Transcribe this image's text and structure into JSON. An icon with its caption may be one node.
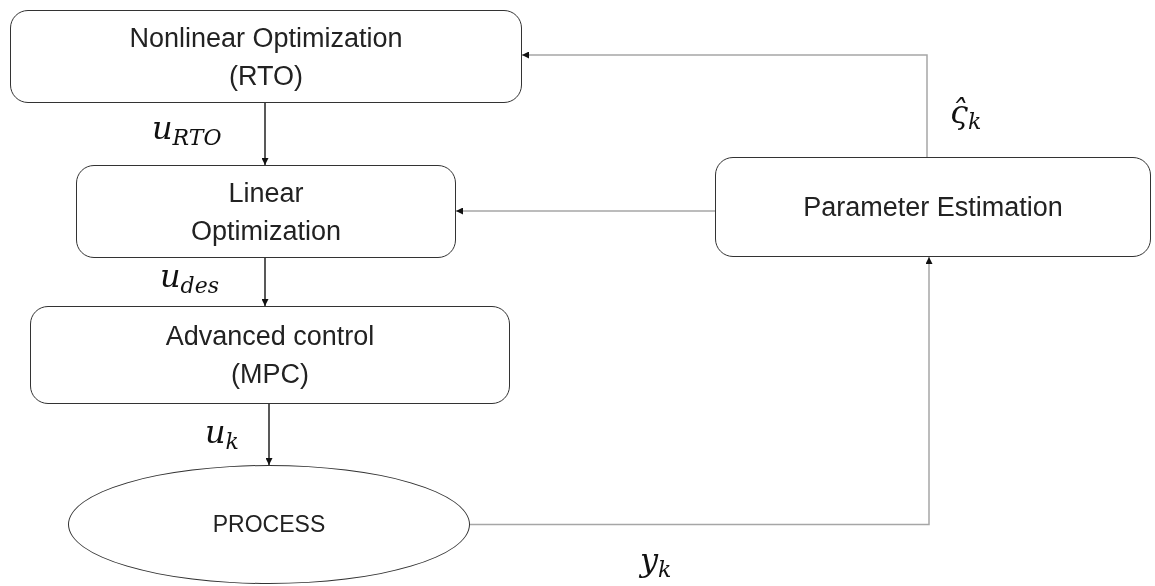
{
  "diagram": {
    "nodes": [
      {
        "text": [
          "Nonlinear Optimization (RTO)"
        ]
      },
      {
        "text": [
          "Linear Optimization"
        ]
      },
      {
        "text": [
          "Advanced control (MPC)"
        ]
      },
      {
        "text": [
          "PROCESS"
        ]
      },
      {
        "text": [
          "Parameter Estimation"
        ]
      }
    ],
    "edges": [
      {
        "from": 0,
        "to": 1,
        "arrow": "to",
        "label": "u$_{RTO}$"
      },
      {
        "from": 1,
        "to": 2,
        "arrow": "to",
        "label": "u$_{des}$"
      },
      {
        "from": 2,
        "to": 3,
        "arrow": "to",
        "label": "u$_{k}$"
      },
      {
        "from": 3,
        "to": 4,
        "arrow": "to",
        "label": "y$_{k}$",
        "color": "#a6a6a6"
      },
      {
        "from": 4,
        "to": 0,
        "arrow": "to",
        "label": "ς̂$_{k}$",
        "color": "#a6a6a6"
      },
      {
        "from": 4,
        "to": 1,
        "arrow": "to",
        "color": "#a6a6a6"
      }
    ]
  }
}
